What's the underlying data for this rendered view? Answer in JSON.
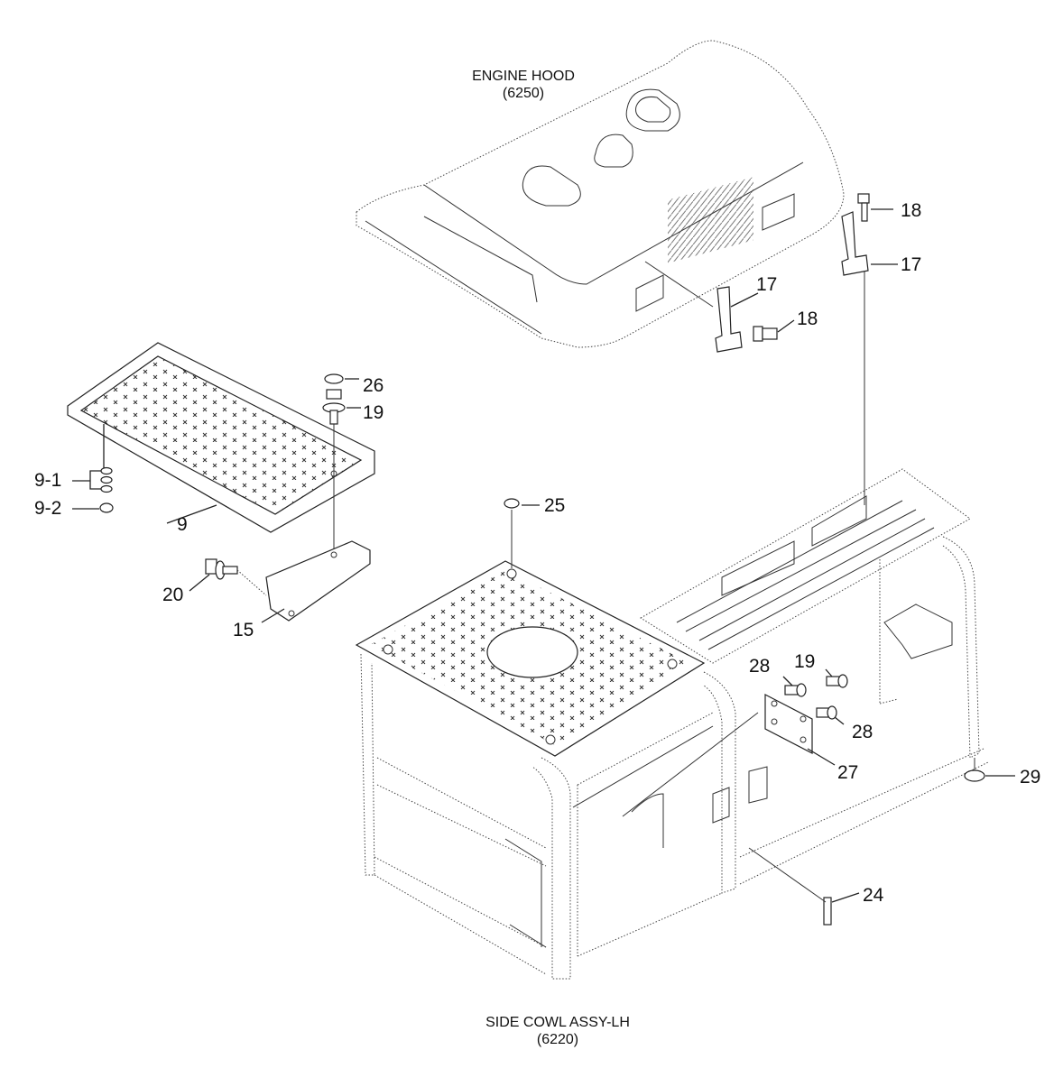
{
  "captions": {
    "engine_hood_title": "ENGINE HOOD",
    "engine_hood_ref": "(6250)",
    "side_cowl_title": "SIDE COWL ASSY-LH",
    "side_cowl_ref": "(6220)"
  },
  "callouts": {
    "c18a": "18",
    "c17a": "17",
    "c17b": "17",
    "c18b": "18",
    "c26": "26",
    "c19a": "19",
    "c9_1": "9-1",
    "c9_2": "9-2",
    "c9": "9",
    "c25": "25",
    "c20": "20",
    "c15": "15",
    "c28a": "28",
    "c19b": "19",
    "c28b": "28",
    "c27": "27",
    "c29": "29",
    "c24": "24"
  }
}
